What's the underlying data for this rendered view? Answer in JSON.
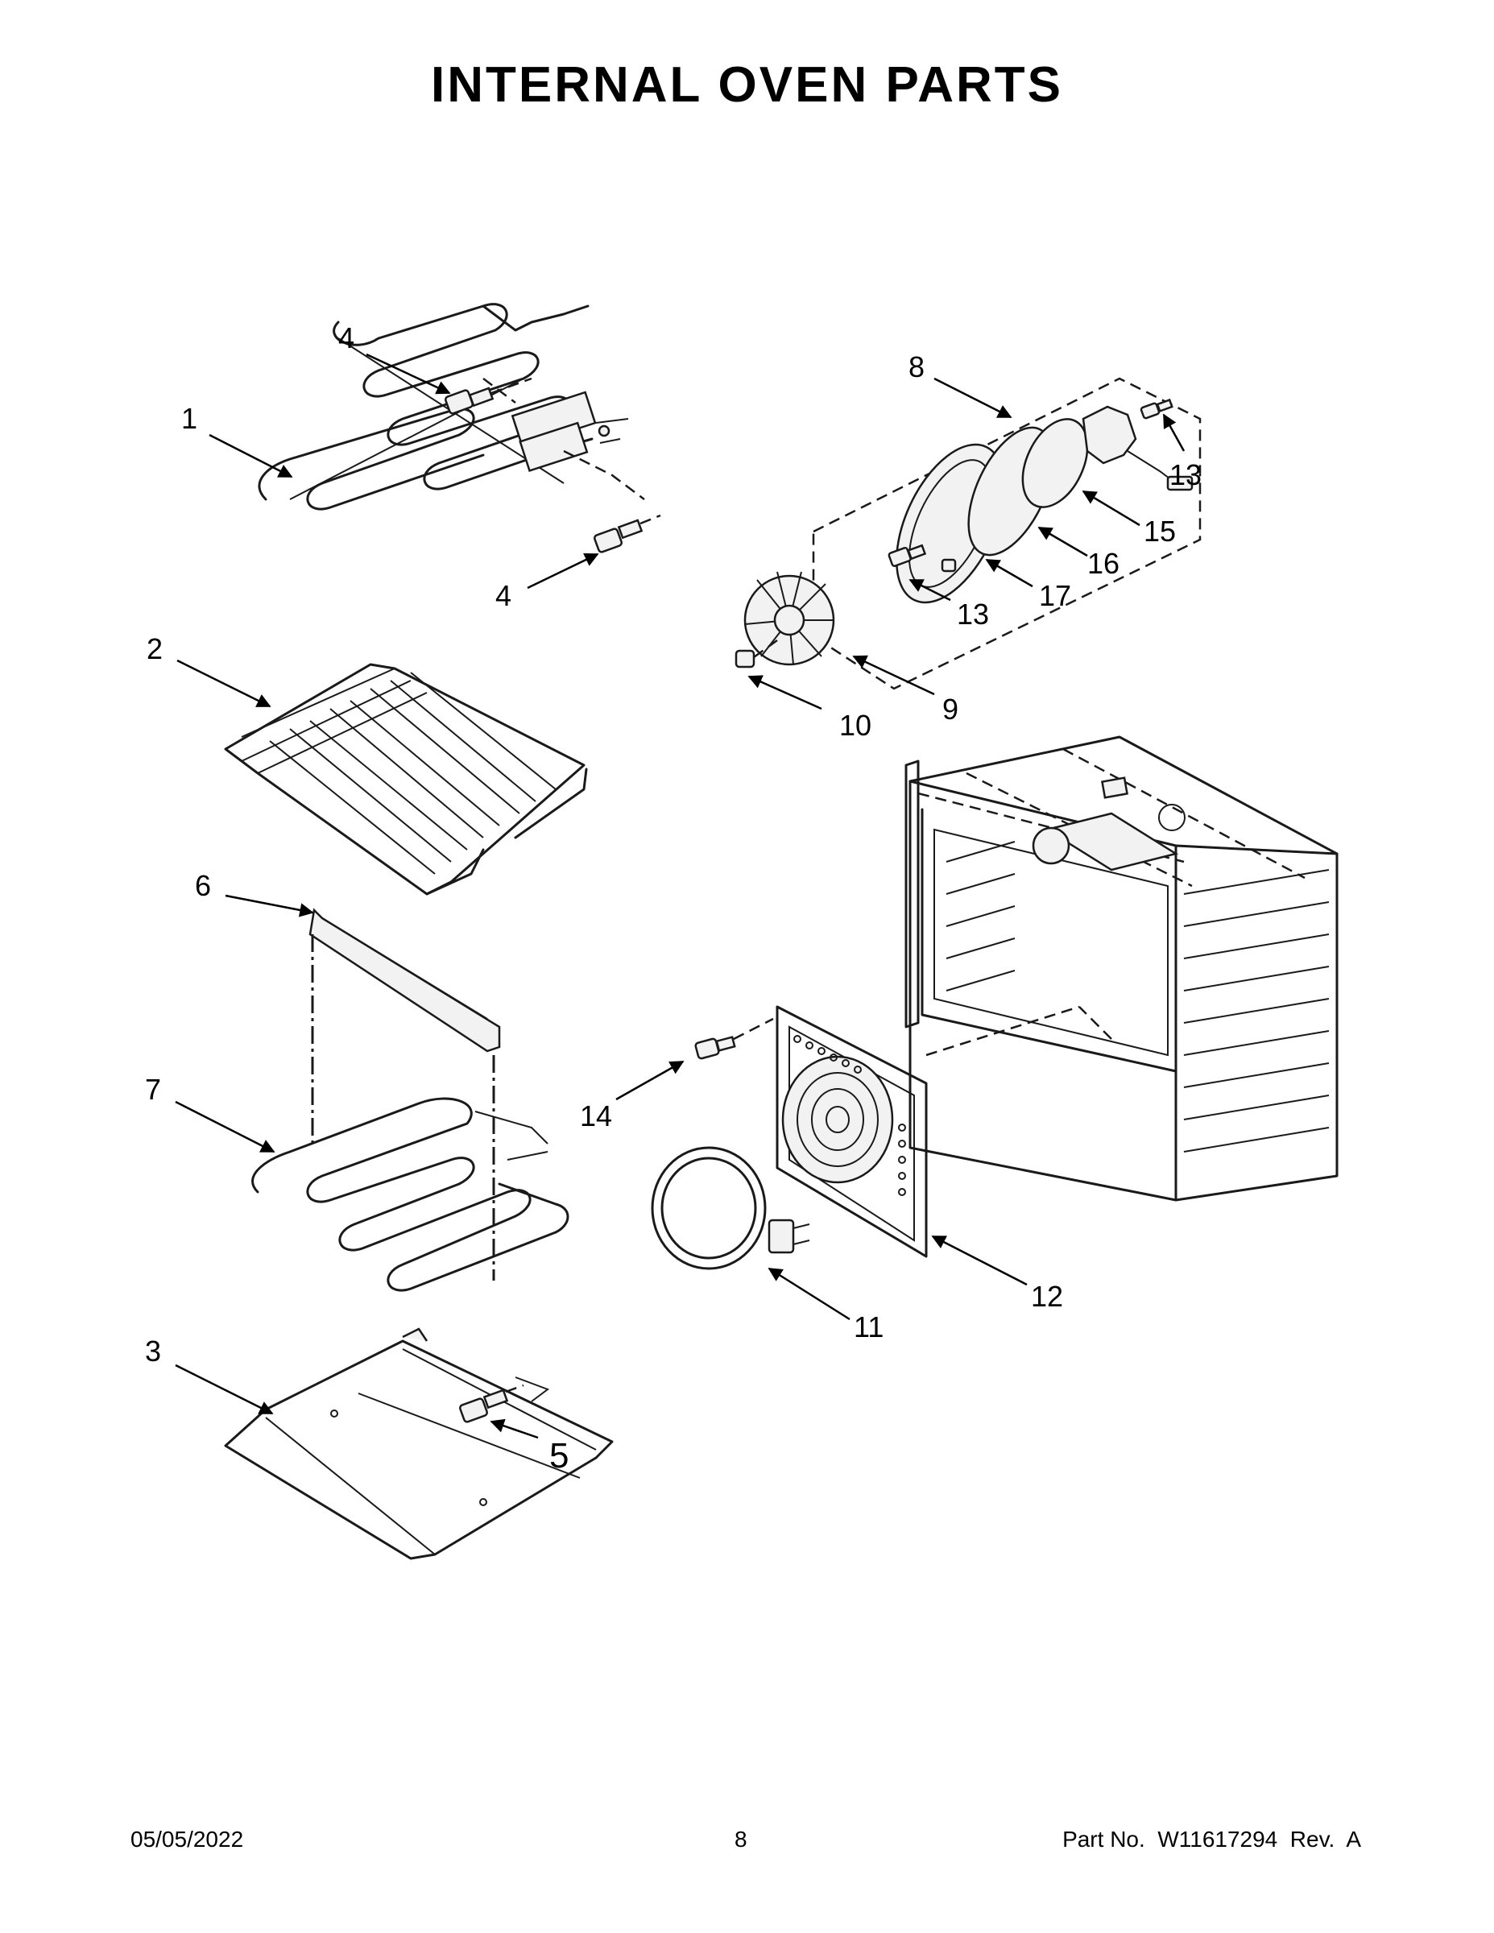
{
  "title": "INTERNAL OVEN PARTS",
  "footer": {
    "date": "05/05/2022",
    "page": "8",
    "part_number": "Part No.  W11617294  Rev.  A"
  },
  "callouts": {
    "c1": "1",
    "c2": "2",
    "c3": "3",
    "c4a": "4",
    "c4b": "4",
    "c5": "5",
    "c6": "6",
    "c7": "7",
    "c8": "8",
    "c9": "9",
    "c10": "10",
    "c11": "11",
    "c12": "12",
    "c13a": "13",
    "c13b": "13",
    "c14": "14",
    "c15": "15",
    "c16": "16",
    "c17": "17"
  }
}
